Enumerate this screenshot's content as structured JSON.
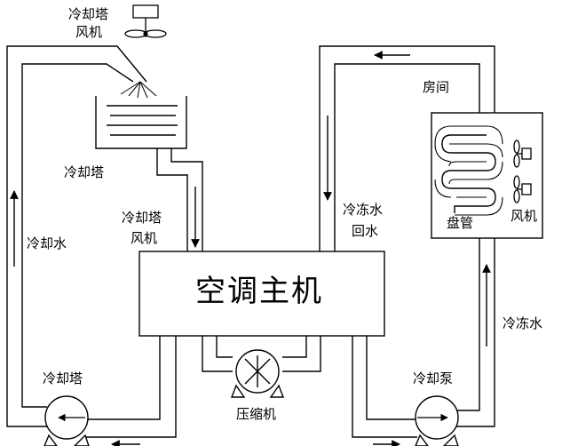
{
  "labels": {
    "cooling_tower_fan_top_line1": "冷却塔",
    "cooling_tower_fan_top_line2": "风机",
    "cooling_tower": "冷却塔",
    "cooling_tower_fan_left_line1": "冷却塔",
    "cooling_tower_fan_left_line2": "风机",
    "cooling_water": "冷却水",
    "main_unit": "空调主机",
    "compressor": "压缩机",
    "cooling_pump": "冷却塔",
    "chilled_return_line1": "冷冻水",
    "chilled_return_line2": "回水",
    "room": "房间",
    "coil": "盘管",
    "fan": "风机",
    "chilled_water": "冷冻水",
    "chilled_pump": "冷却泵"
  },
  "colors": {
    "line": "#000000",
    "background": "#ffffff"
  }
}
